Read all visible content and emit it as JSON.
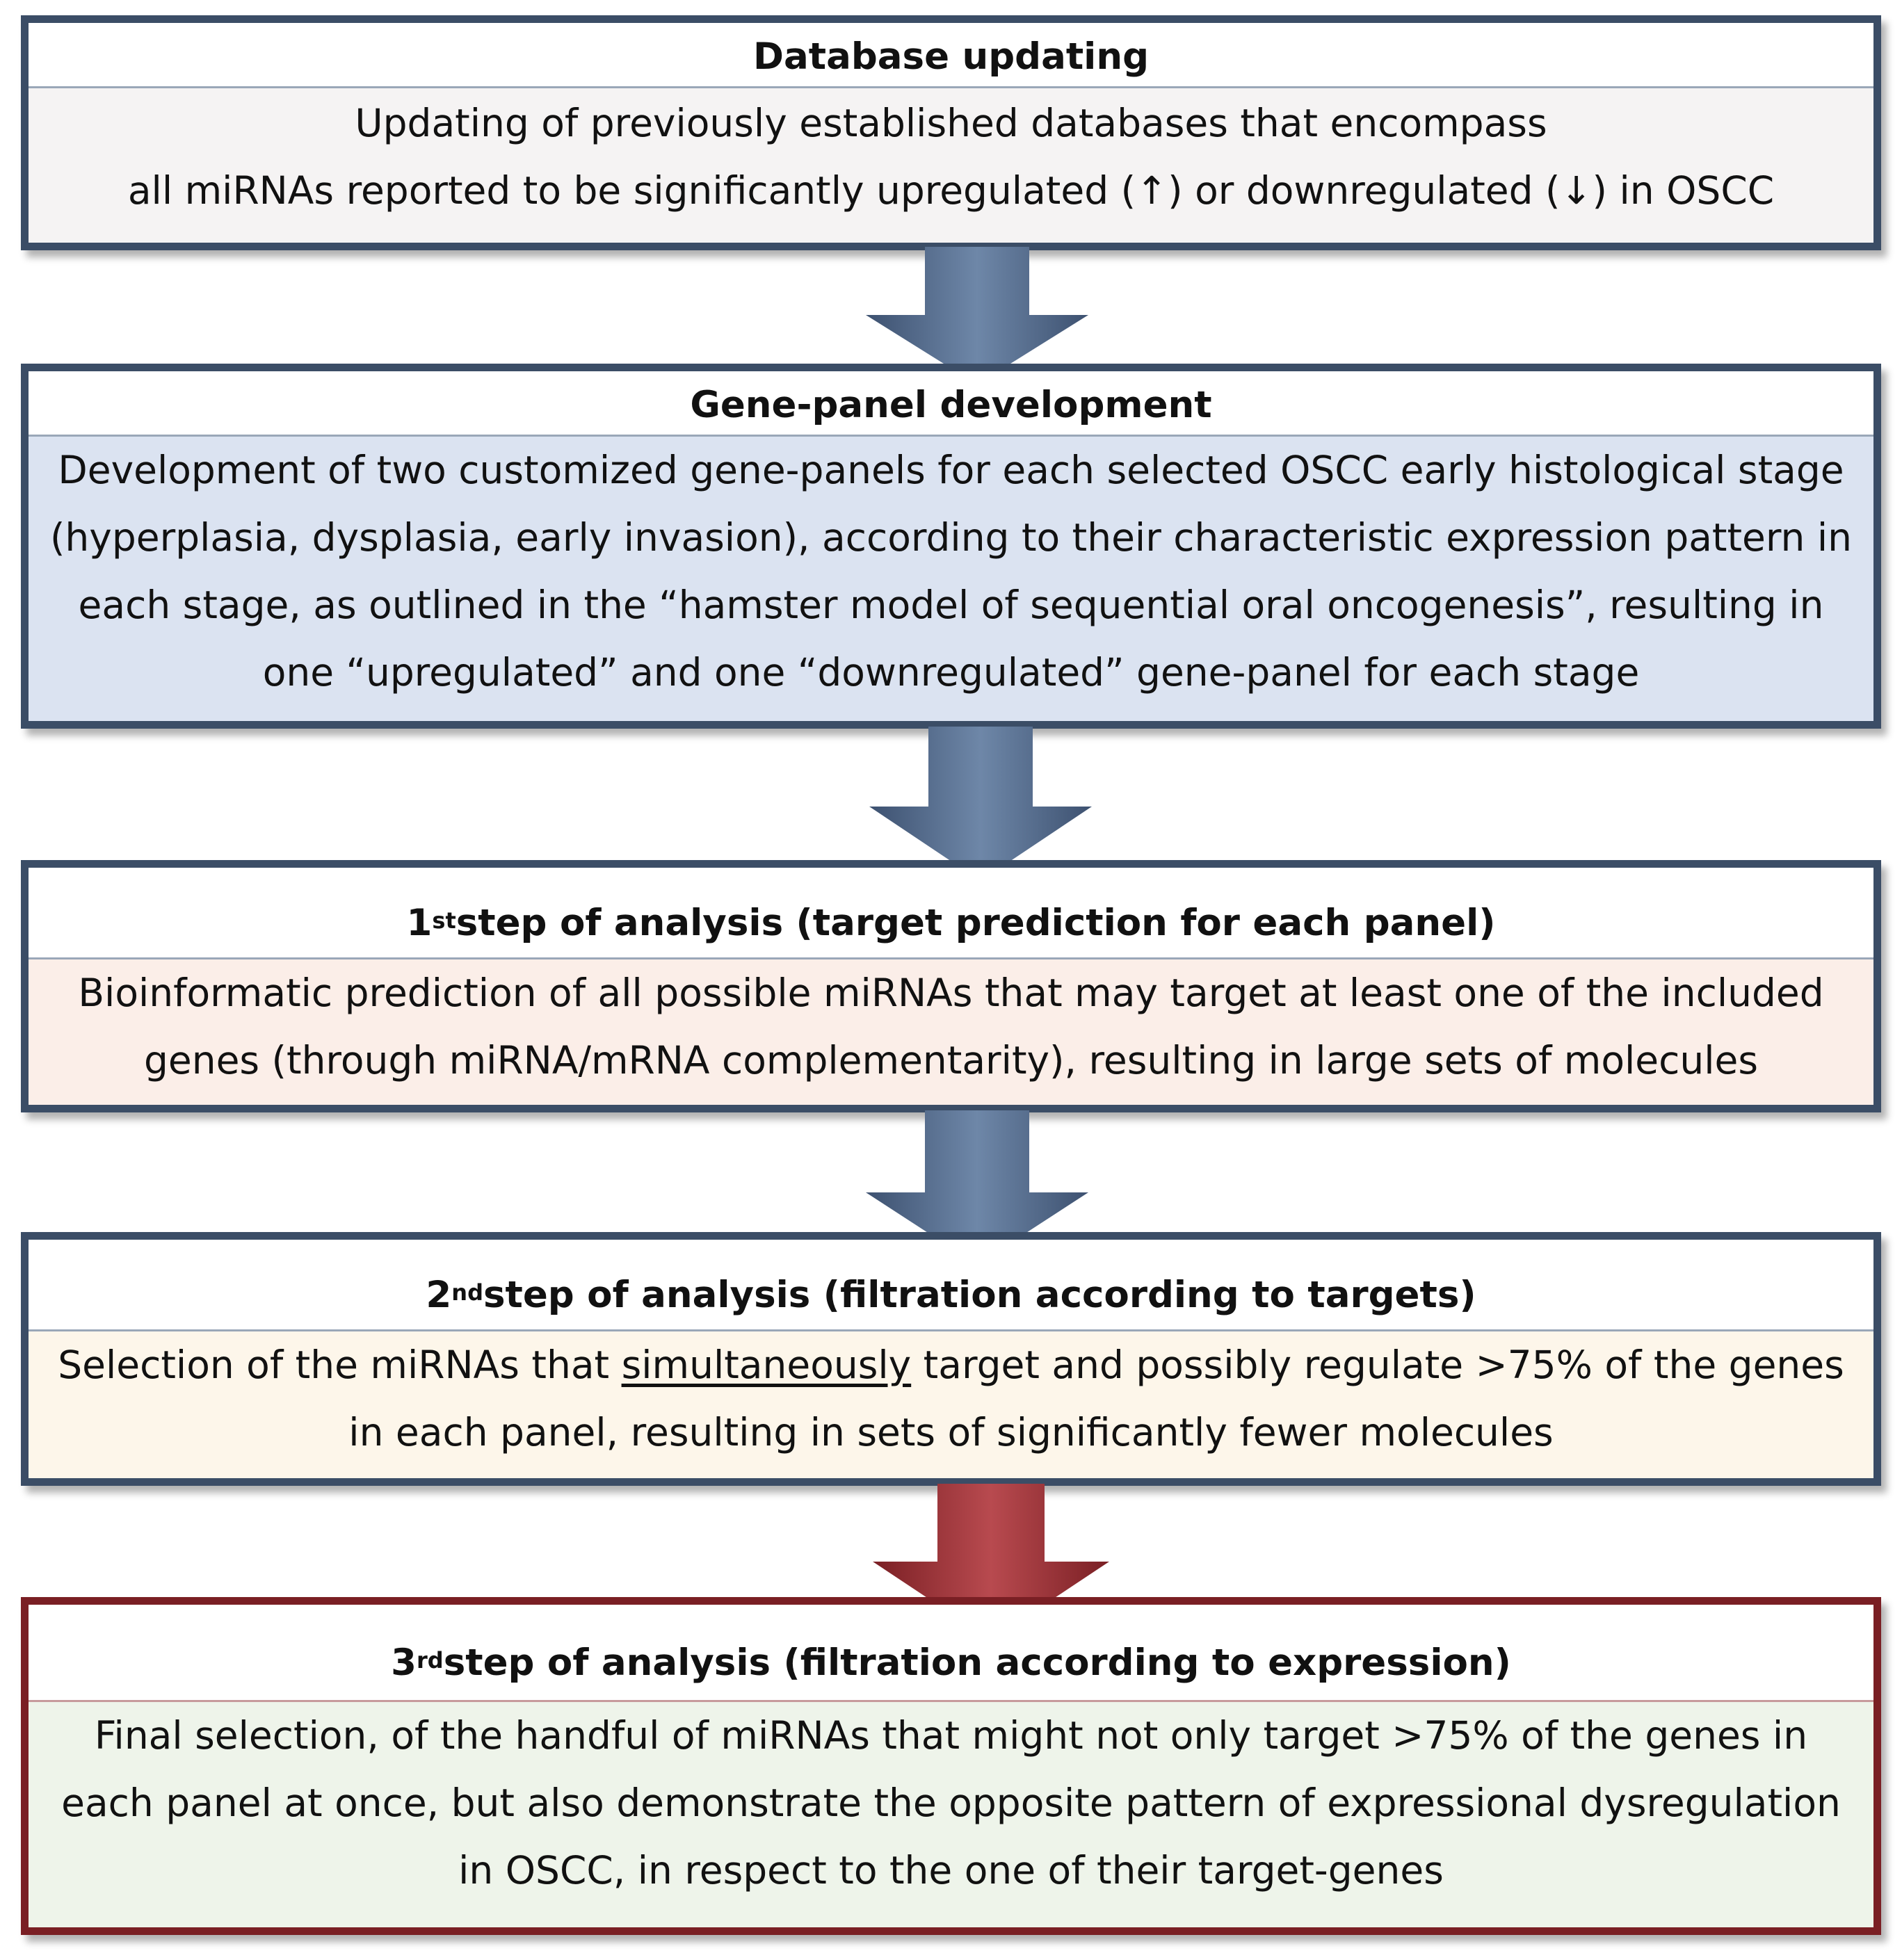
{
  "boxes": [
    {
      "title": "Database updating",
      "body": [
        "Updating of previously established databases that encompass",
        "all miRNAs reported to be significantly upregulated (↑) or downregulated (↓) in OSCC"
      ],
      "body_color": "#f5f3f3"
    },
    {
      "title": "Gene-panel development",
      "body": [
        "Development of two customized gene-panels for each selected OSCC early histological stage",
        "(hyperplasia, dysplasia, early invasion), according to their characteristic expression pattern in",
        "each stage, as outlined in the “hamster model of sequential oral oncogenesis”, resulting in",
        "one “upregulated” and one “downregulated” gene-panel for each stage"
      ],
      "body_color": "#dbe3f1"
    },
    {
      "title_ordinal": "1",
      "title_sup": "st",
      "title_rest": " step of analysis (target prediction for each panel)",
      "body": [
        "Bioinformatic prediction of all possible miRNAs that may target at least one of the included",
        "genes (through miRNA/mRNA complementarity), resulting in large sets of molecules"
      ],
      "body_color": "#fbeee8"
    },
    {
      "title_ordinal": "2",
      "title_sup": "nd",
      "title_rest": " step of analysis (filtration according to targets)",
      "body_line1_pre": "Selection of the miRNAs that ",
      "body_line1_underlined": "simultaneously",
      "body_line1_post": " target and possibly regulate >75% of the genes",
      "body_line2": "in each panel, resulting in sets of significantly fewer molecules",
      "body_color": "#fdf6ea"
    },
    {
      "title_ordinal": "3",
      "title_sup": "rd",
      "title_rest": " step of analysis (filtration according to expression)",
      "body": [
        "Final selection, of the handful of miRNAs that might not only target >75% of the genes in",
        "each panel at once, but also demonstrate the opposite pattern of expressional dysregulation",
        "in OSCC, in respect to the one of their target-genes"
      ],
      "body_color": "#eef4ea"
    }
  ],
  "colors": {
    "box_border": "#3b4d66",
    "final_border": "#7a1f24",
    "arrow_blue": "#4f6585",
    "arrow_red": "#8b2a2e"
  }
}
